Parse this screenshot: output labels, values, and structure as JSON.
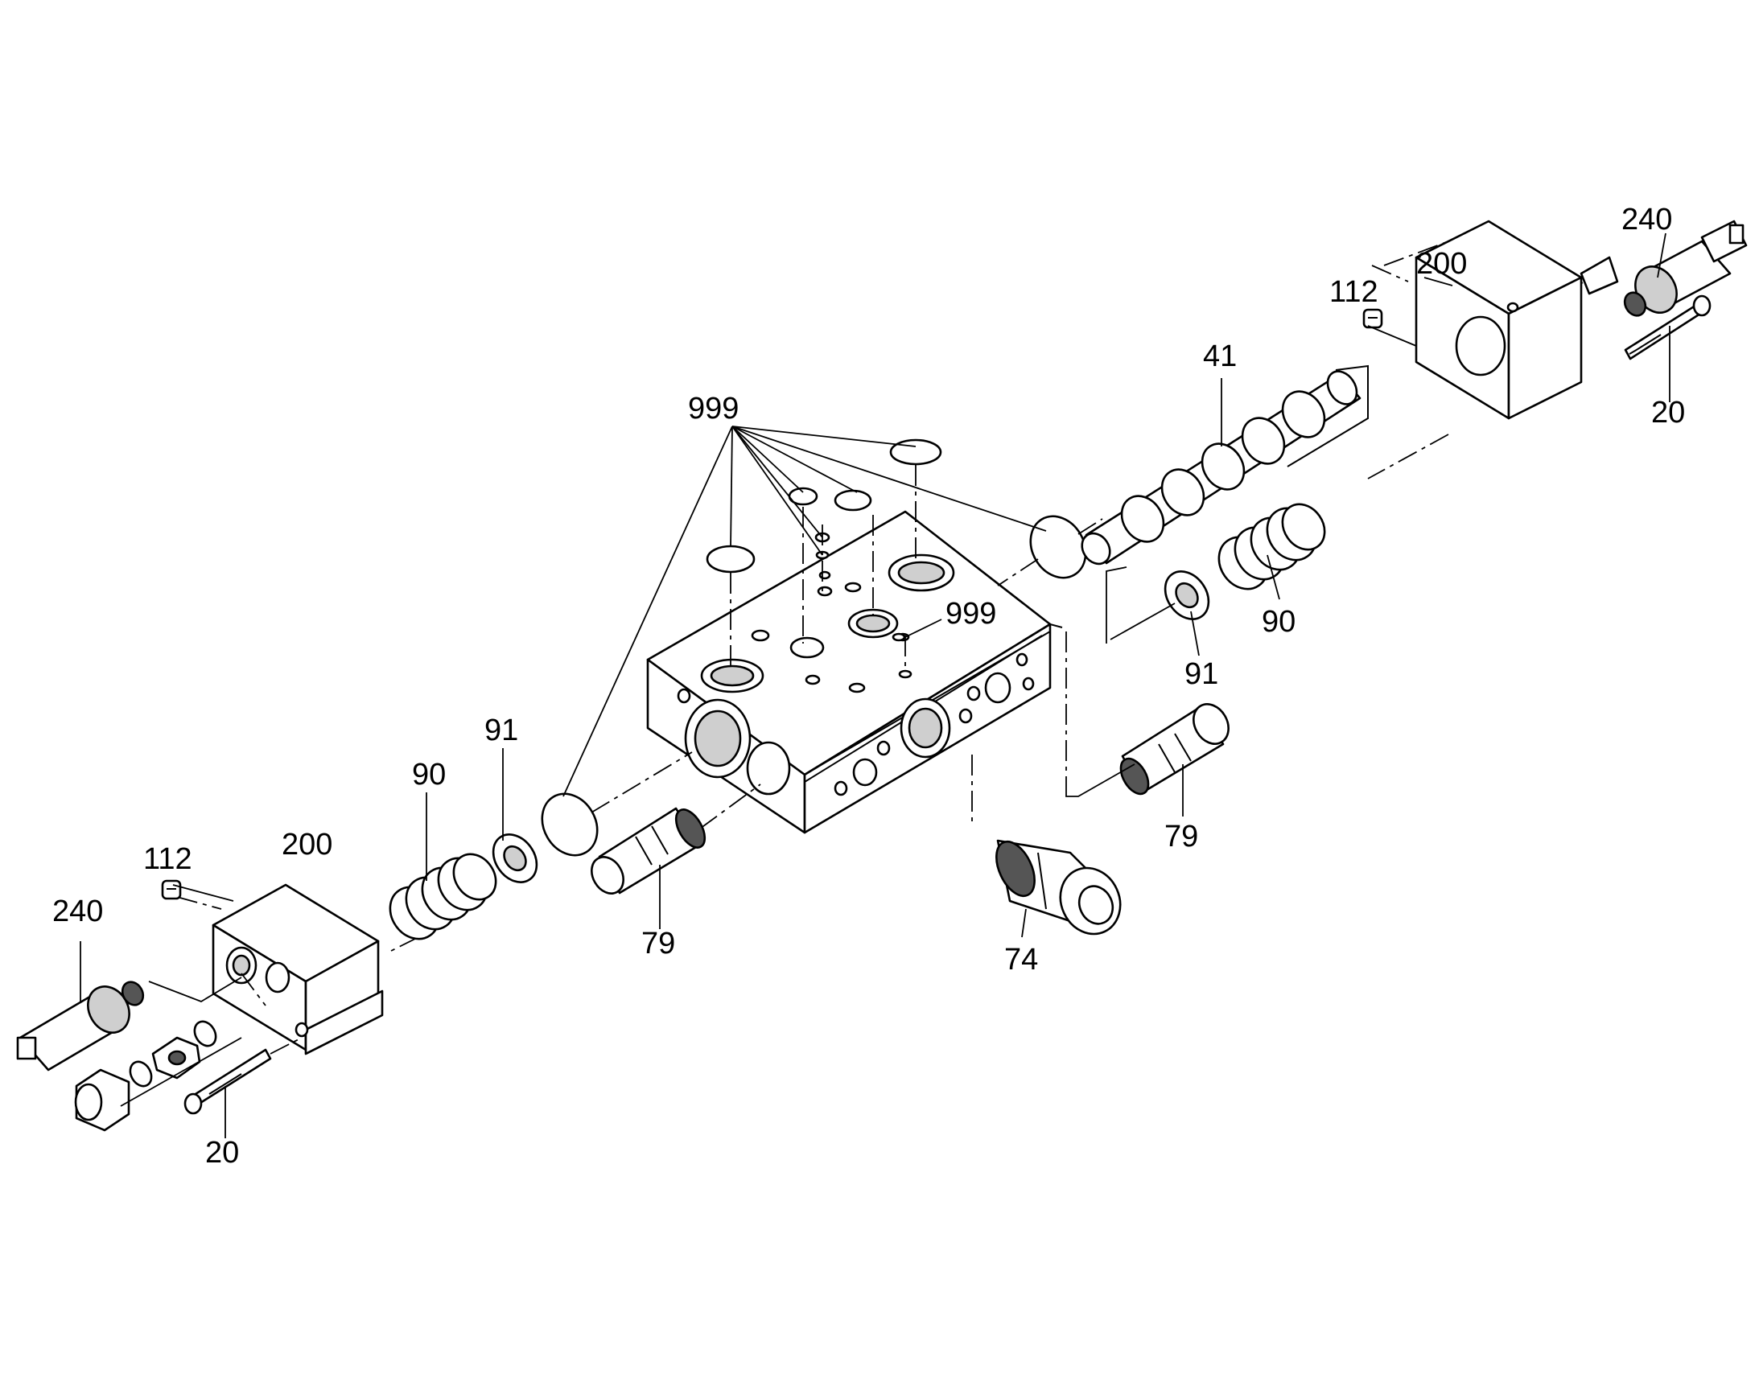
{
  "labels": {
    "l999_top": "999",
    "l999_mid": "999",
    "l41": "41",
    "l112_right": "112",
    "l200_right": "200",
    "l240_right": "240",
    "l20_right": "20",
    "l90_right": "90",
    "l91_right": "91",
    "l79_right": "79",
    "l74": "74",
    "l79_left": "79",
    "l91_left": "91",
    "l90_left": "90",
    "l200_left": "200",
    "l112_left": "112",
    "l240_left": "240",
    "l20_left": "20"
  }
}
